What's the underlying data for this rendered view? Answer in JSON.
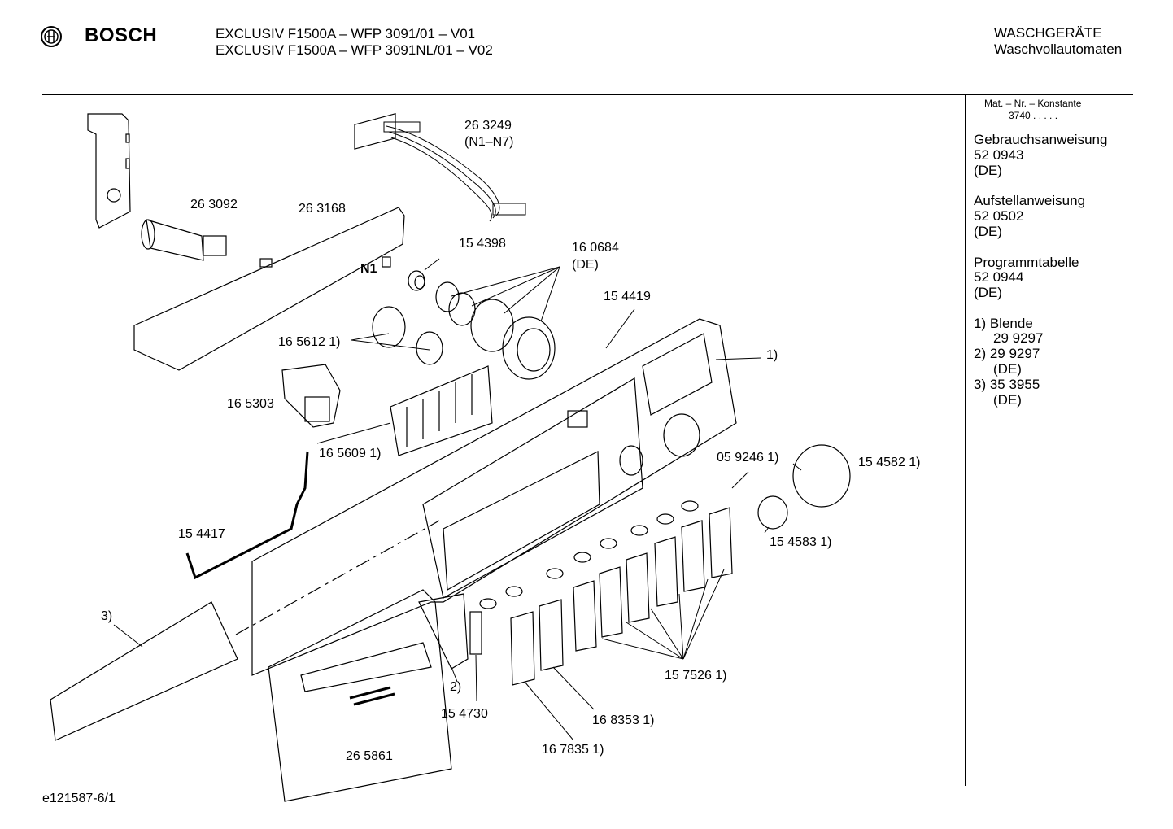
{
  "header": {
    "brand": "BOSCH",
    "title_line1": "EXCLUSIV F1500A – WFP 3091/01 – V01",
    "title_line2": "EXCLUSIV F1500A – WFP 3091NL/01 – V02",
    "category": "WASCHGERÄTE",
    "subcategory": "Waschvollautomaten"
  },
  "sidebar": {
    "mat_header": "Mat. – Nr. – Konstante",
    "mat_value": "3740  .  .  .  .  .",
    "docs": [
      {
        "title": "Gebrauchsanweisung",
        "number": "52 0943",
        "lang": "(DE)"
      },
      {
        "title": "Aufstellanweisung",
        "number": "52 0502",
        "lang": "(DE)"
      },
      {
        "title": "Programmtabelle",
        "number": "52 0944",
        "lang": "(DE)"
      }
    ],
    "notes": [
      {
        "n": "1) Blende",
        "v": "29 9297",
        "l": ""
      },
      {
        "n": "2) 29 9297",
        "v": "",
        "l": "(DE)"
      },
      {
        "n": "3) 35 3955",
        "v": "",
        "l": "(DE)"
      }
    ]
  },
  "labels": {
    "p263249": "26 3249",
    "p263249_sub": "(N1–N7)",
    "p263092": "26 3092",
    "p263168": "26 3168",
    "n1": "N1",
    "p154398": "15 4398",
    "p160684": "16 0684",
    "p160684_sub": "(DE)",
    "p154419": "15 4419",
    "p165612": "16 5612 1)",
    "p1": "1)",
    "p165303": "16 5303",
    "p165609": "16 5609 1)",
    "p059246": "05 9246 1)",
    "p154582": "15 4582 1)",
    "p154417": "15 4417",
    "p154583": "15 4583 1)",
    "p3": "3)",
    "p2": "2)",
    "p157526": "15 7526 1)",
    "p154730": "15 4730",
    "p168353": "16 8353 1)",
    "p265861": "26 5861",
    "p167835": "16 7835 1)"
  },
  "footer": {
    "code": "e121587-6/1"
  }
}
